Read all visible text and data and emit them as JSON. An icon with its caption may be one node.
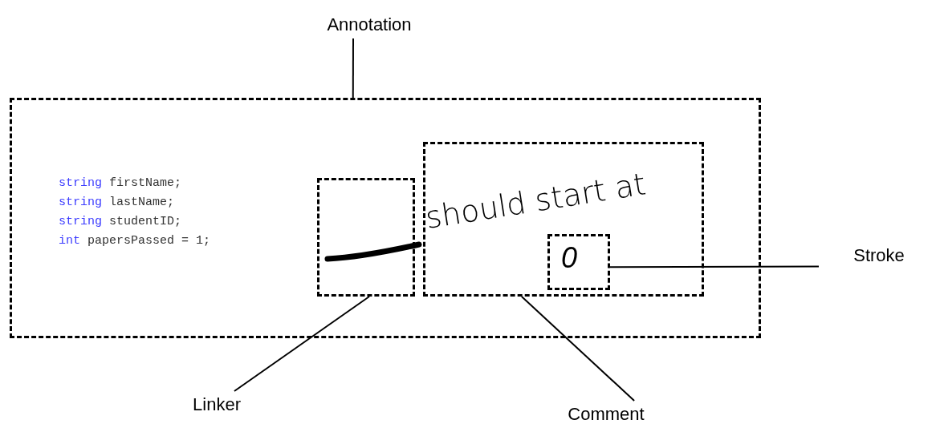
{
  "diagram": {
    "nodes": [
      {
        "text": [
          "Annotation"
        ]
      },
      {
        "text": [],
        "shape": "box"
      },
      {
        "text": [],
        "shape": "box",
        "in": 1
      },
      {
        "text": [
          "should start at"
        ],
        "in": 1
      },
      {
        "text": [
          "0"
        ],
        "in": 3
      },
      {
        "text": [
          "Linker"
        ]
      },
      {
        "text": [
          "Comment"
        ]
      },
      {
        "text": [
          "Stroke"
        ]
      }
    ],
    "edges": [
      {
        "from": 0,
        "to": 1,
        "arrow": "none"
      },
      {
        "from": 5,
        "to": 2,
        "arrow": "none"
      },
      {
        "from": 6,
        "to": 3,
        "arrow": "none"
      },
      {
        "from": 7,
        "to": 4,
        "arrow": "none"
      }
    ],
    "labels": [
      "string firstName;",
      "string lastName;",
      "string studentID;",
      "int papersPassed = 1;"
    ]
  }
}
